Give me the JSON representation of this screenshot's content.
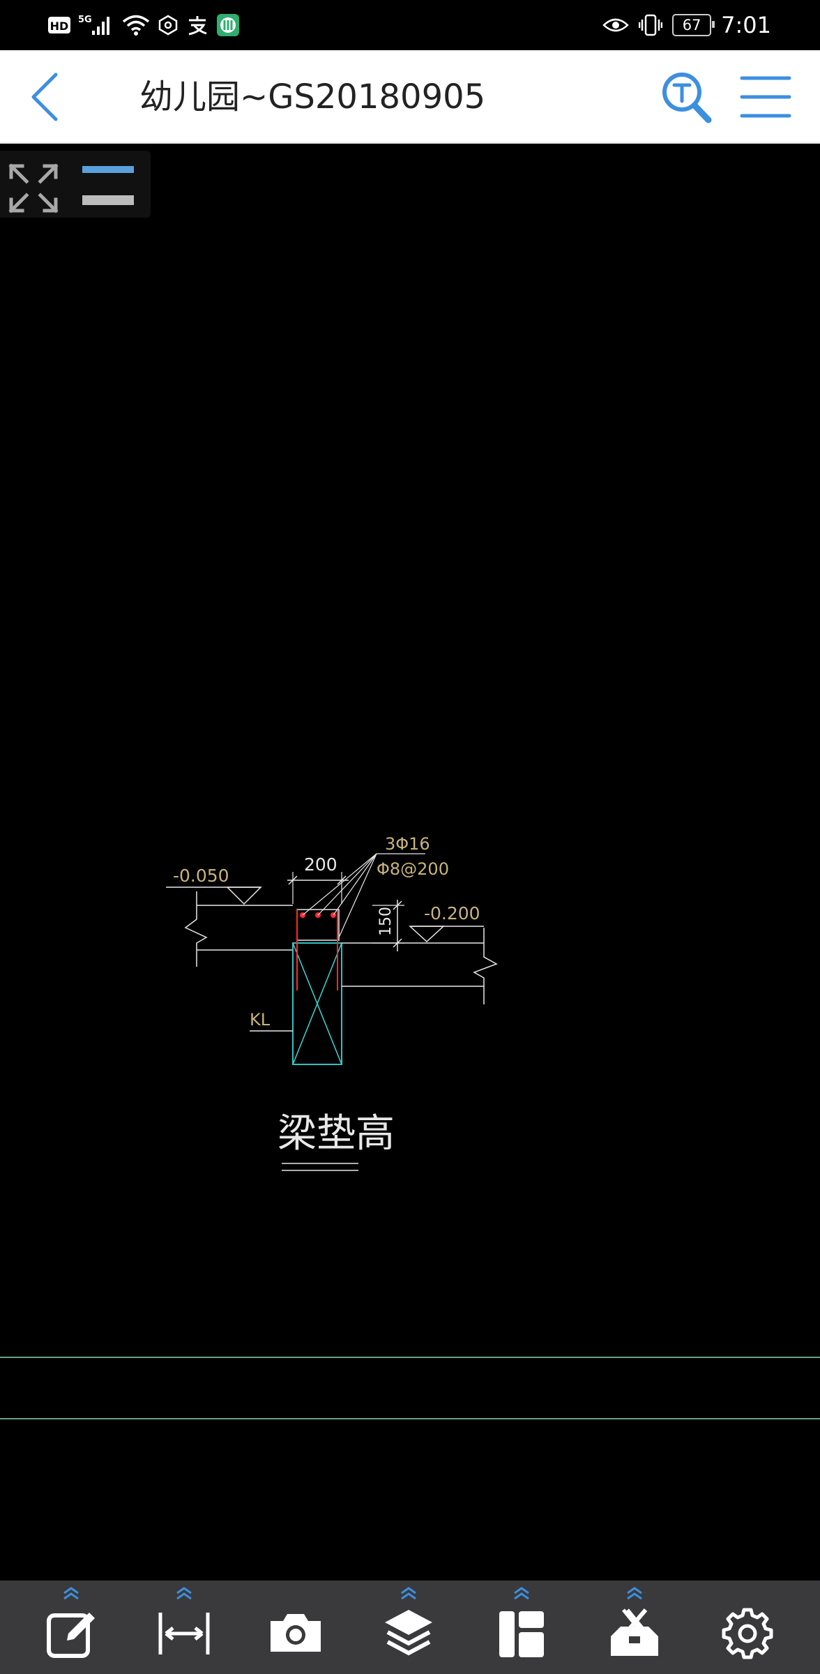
{
  "status_bar": {
    "left_icons": [
      "hd-icon",
      "5g-signal-icon",
      "wifi-icon",
      "nfc-icon",
      "alipay-icon",
      "app-notification-icon"
    ],
    "hd_label": "HD",
    "network_label": "5G",
    "battery": "67",
    "time": "7:01"
  },
  "header": {
    "title": "幼儿园~GS20180905"
  },
  "colors": {
    "accent": "#3d8fe0",
    "cad_white": "#e8e8e8",
    "cad_cyan": "#39d6d6",
    "cad_red": "#ff2a2a",
    "cad_text": "#c8b37a",
    "cad_green_line": "#8fd6b8",
    "toolbar_bg": "#3a3a3c"
  },
  "drawing": {
    "labels": {
      "elev_left": "-0.050",
      "elev_right": "-0.200",
      "dim_width": "200",
      "dim_height": "150",
      "rebar_top": "3Φ16",
      "rebar_stirrup": "Φ8@200",
      "beam_tag": "KL",
      "caption": "梁垫高"
    }
  },
  "toolbar": {
    "items": [
      {
        "name": "annotate-tool",
        "icon": "edit-icon"
      },
      {
        "name": "measure-tool",
        "icon": "measure-icon"
      },
      {
        "name": "screenshot-tool",
        "icon": "camera-icon"
      },
      {
        "name": "layers-tool",
        "icon": "layers-icon"
      },
      {
        "name": "layout-tool",
        "icon": "layout-icon"
      },
      {
        "name": "toolbox-tool",
        "icon": "toolbox-icon"
      },
      {
        "name": "settings-tool",
        "icon": "gear-icon"
      }
    ]
  }
}
